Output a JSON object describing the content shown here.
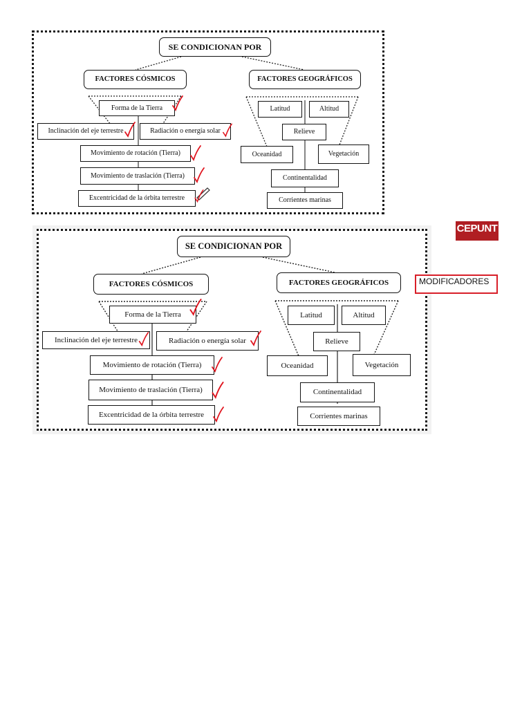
{
  "diagram_top": {
    "title": "SE CONDICIONAN POR",
    "cosmic_header": "FACTORES CÓSMICOS",
    "geo_header": "FACTORES GEOGRÁFICOS",
    "cosmic_items": {
      "forma": "Forma de la Tierra",
      "inclinacion": "Inclinación del eje terrestre",
      "radiacion": "Radiación o energía solar",
      "rotacion": "Movimiento de rotación (Tierra)",
      "traslacion": "Movimiento de traslación (Tierra)",
      "excentricidad": "Excentricidad de la órbita terrestre"
    },
    "geo_items": {
      "latitud": "Latitud",
      "altitud": "Altitud",
      "relieve": "Relieve",
      "oceanidad": "Oceanidad",
      "vegetacion": "Vegetación",
      "continentalidad": "Continentalidad",
      "corrientes": "Corrientes marinas"
    }
  },
  "diagram_bottom": {
    "title": "SE CONDICIONAN POR",
    "cosmic_header": "FACTORES CÓSMICOS",
    "geo_header": "FACTORES GEOGRÁFICOS",
    "cosmic_items": {
      "forma": "Forma de la Tierra",
      "inclinacion": "Inclinación del eje terrestre",
      "radiacion": "Radiación o energía solar",
      "rotacion": "Movimiento de rotación (Tierra)",
      "traslacion": "Movimiento de traslación (Tierra)",
      "excentricidad": "Excentricidad de la órbita terrestre"
    },
    "geo_items": {
      "latitud": "Latitud",
      "altitud": "Altitud",
      "relieve": "Relieve",
      "oceanidad": "Oceanidad",
      "vegetacion": "Vegetación",
      "continentalidad": "Continentalidad",
      "corrientes": "Corrientes marinas"
    }
  },
  "badge": "CEPUNT",
  "annotation": "MODIFICADORES",
  "colors": {
    "check": "#e0151f",
    "badge_bg": "#b01e23",
    "annotation_border": "#d81e28"
  },
  "icons": {
    "check": "red-check-mark-icon",
    "pen": "pen-cursor-icon"
  }
}
